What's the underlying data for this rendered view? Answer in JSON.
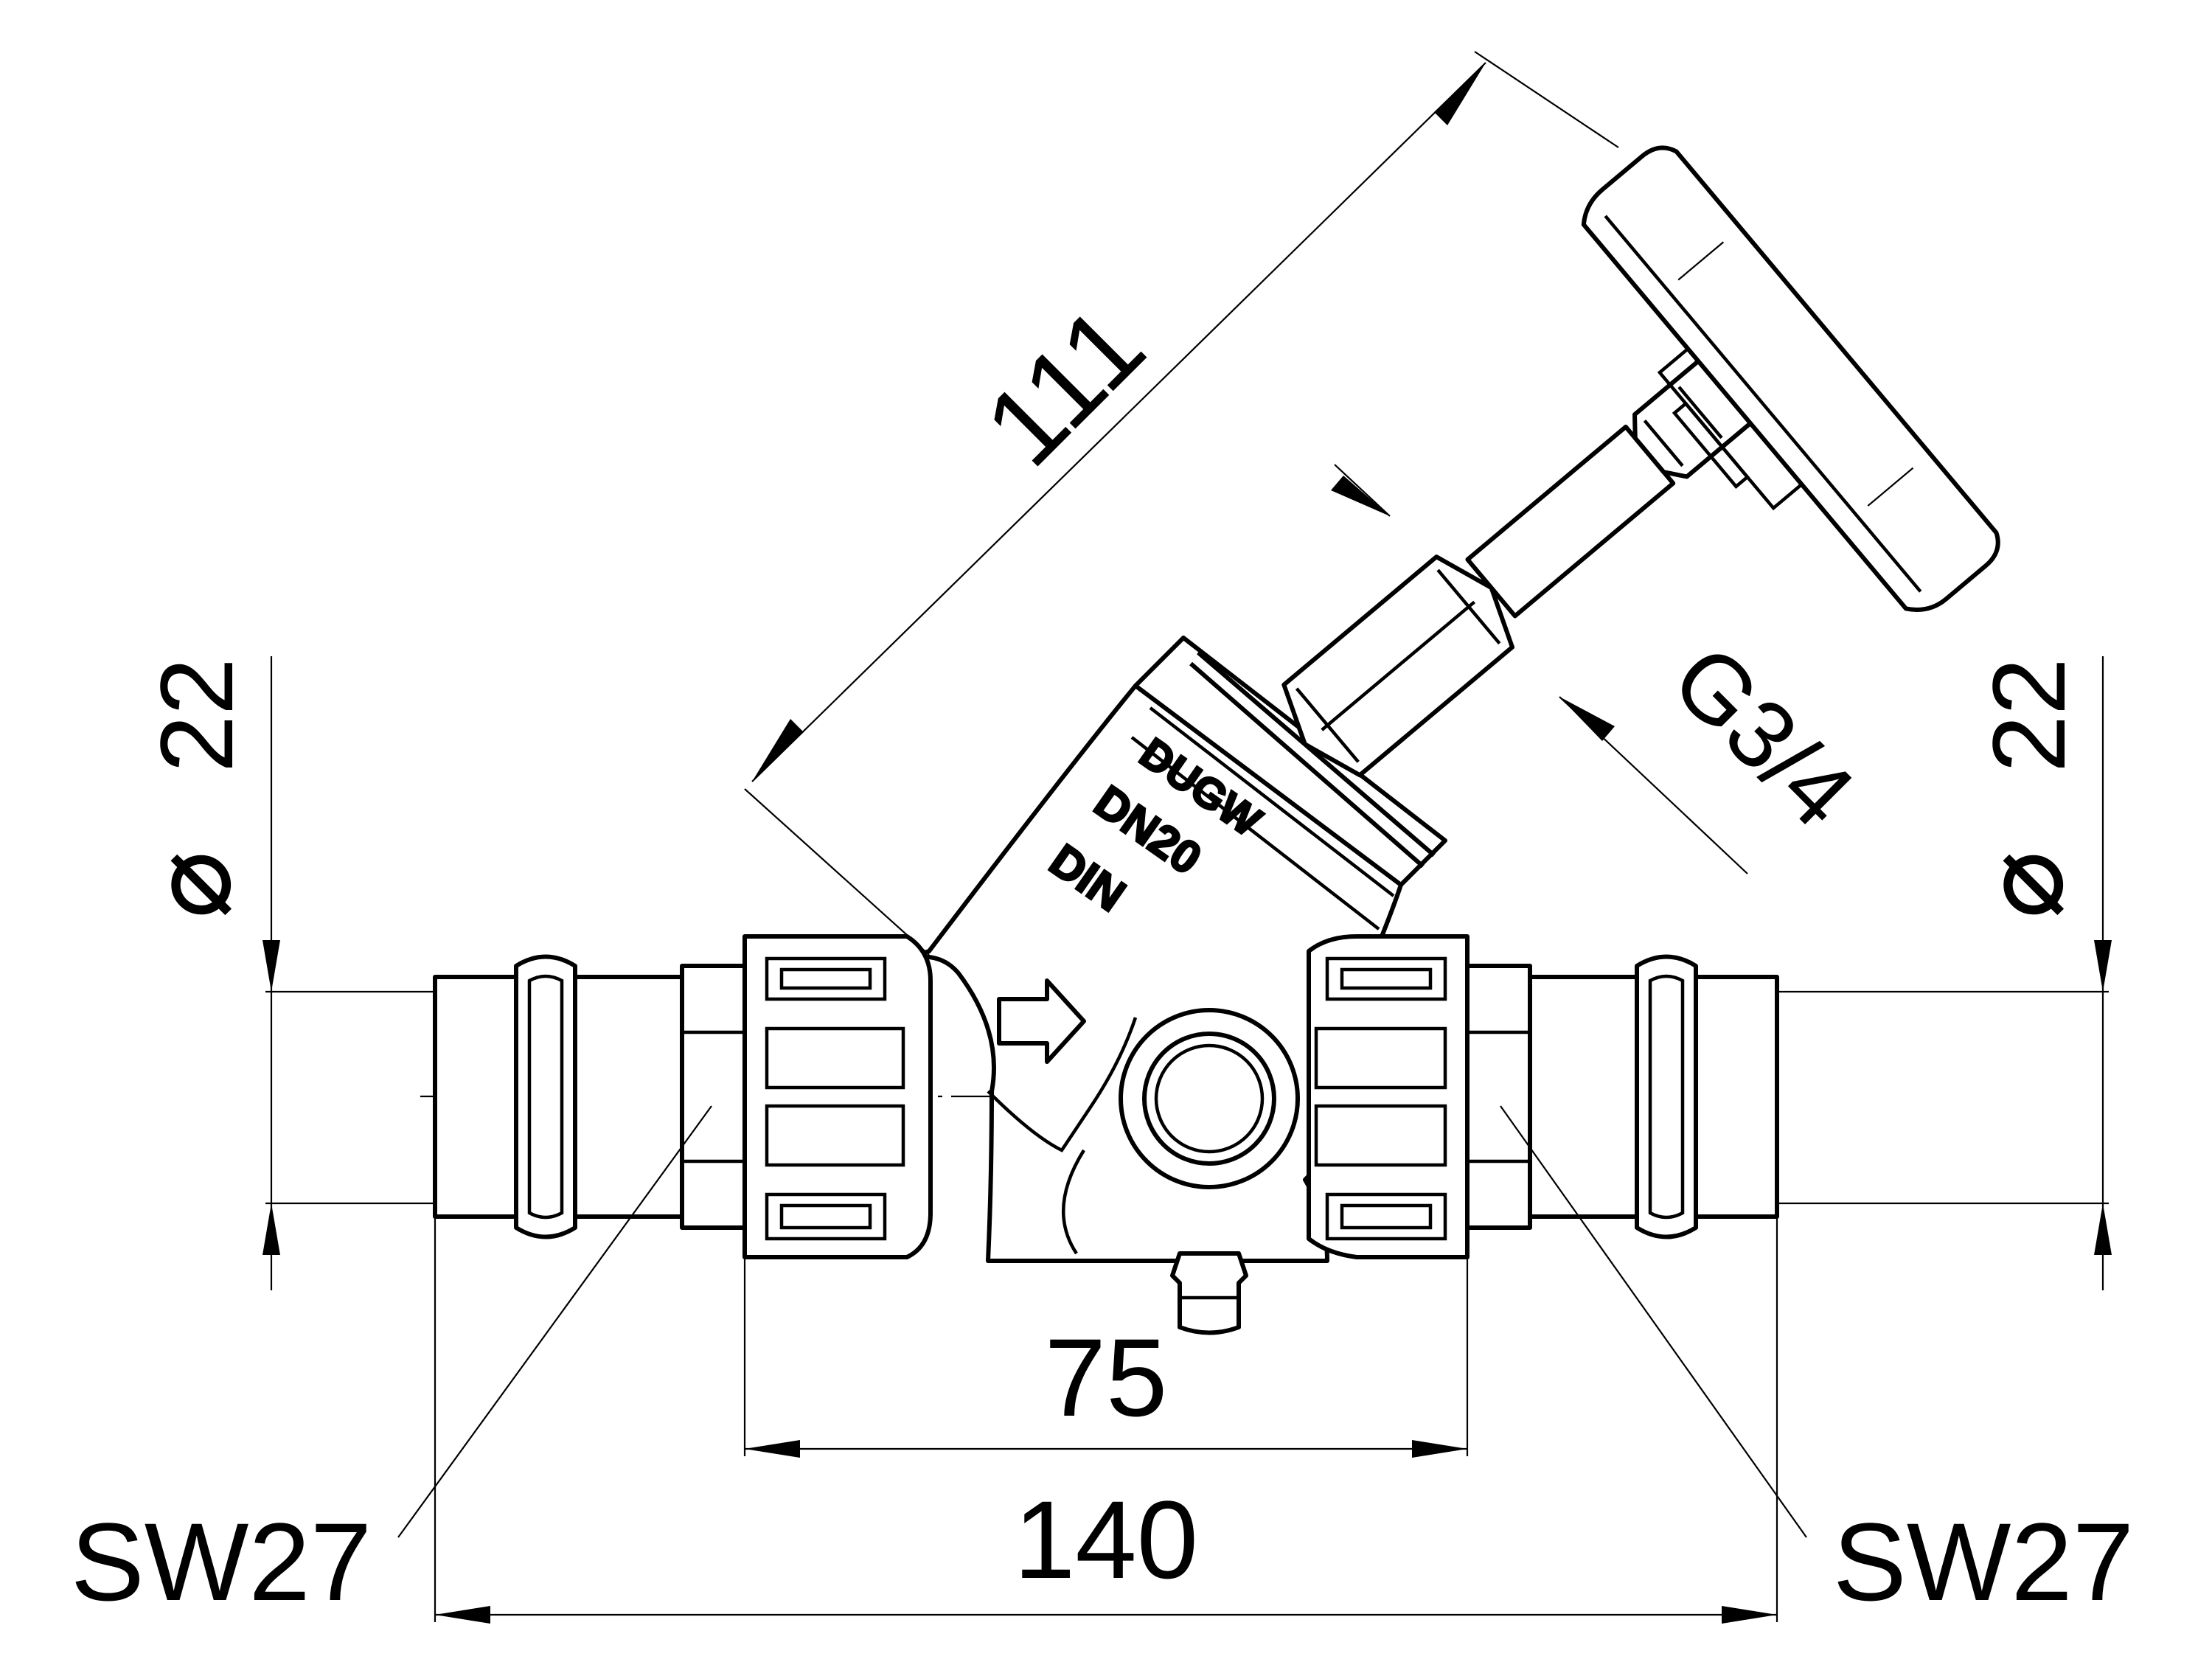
{
  "drawing": {
    "labels": {
      "dn_left": "22",
      "dn_right": "22",
      "handle_length": "111",
      "thread": "G3/4",
      "body_length": "75",
      "overall_length": "140",
      "wrench_left": "SW27",
      "wrench_right": "SW27"
    },
    "body_markings": {
      "brand": "DUGW",
      "size": "DN20",
      "standard": "DIN"
    },
    "diameter_symbol": "⌀"
  }
}
